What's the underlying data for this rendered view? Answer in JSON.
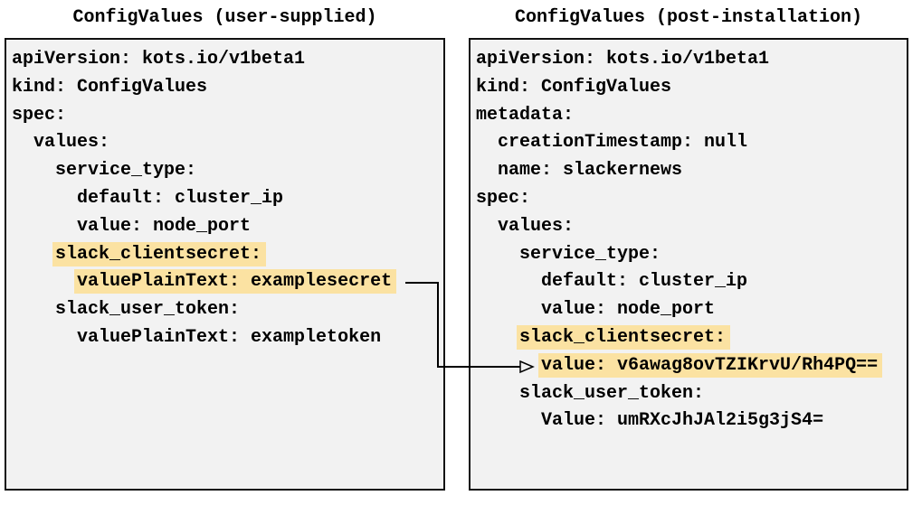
{
  "colors": {
    "page_bg": "#ffffff",
    "panel_bg": "#f2f2f2",
    "panel_border": "#111111",
    "text": "#000000",
    "highlight": "#fbe2a2",
    "arrow": "#000000"
  },
  "left_panel": {
    "title": "ConfigValues (user-supplied)",
    "lines": [
      {
        "pad": "",
        "text": "apiVersion: kots.io/v1beta1",
        "highlight": false
      },
      {
        "pad": "",
        "text": "kind: ConfigValues",
        "highlight": false
      },
      {
        "pad": "",
        "text": "spec:",
        "highlight": false
      },
      {
        "pad": "  ",
        "text": "values:",
        "highlight": false
      },
      {
        "pad": "    ",
        "text": "service_type:",
        "highlight": false
      },
      {
        "pad": "      ",
        "text": "default: cluster_ip",
        "highlight": false
      },
      {
        "pad": "      ",
        "text": "value: node_port",
        "highlight": false
      },
      {
        "pad": "    ",
        "text": "slack_clientsecret:",
        "highlight": true
      },
      {
        "pad": "      ",
        "text": "valuePlainText: examplesecret",
        "highlight": true
      },
      {
        "pad": "    ",
        "text": "slack_user_token:",
        "highlight": false
      },
      {
        "pad": "      ",
        "text": "valuePlainText: exampletoken",
        "highlight": false
      }
    ]
  },
  "right_panel": {
    "title": "ConfigValues (post-installation)",
    "lines": [
      {
        "pad": "",
        "text": "apiVersion: kots.io/v1beta1",
        "highlight": false
      },
      {
        "pad": "",
        "text": "kind: ConfigValues",
        "highlight": false
      },
      {
        "pad": "",
        "text": "metadata:",
        "highlight": false
      },
      {
        "pad": "  ",
        "text": "creationTimestamp: null",
        "highlight": false
      },
      {
        "pad": "  ",
        "text": "name: slackernews",
        "highlight": false
      },
      {
        "pad": "",
        "text": "spec:",
        "highlight": false
      },
      {
        "pad": "  ",
        "text": "values:",
        "highlight": false
      },
      {
        "pad": "    ",
        "text": "service_type:",
        "highlight": false
      },
      {
        "pad": "      ",
        "text": "default: cluster_ip",
        "highlight": false
      },
      {
        "pad": "      ",
        "text": "value: node_port",
        "highlight": false
      },
      {
        "pad": "    ",
        "text": "slack_clientsecret:",
        "highlight": true
      },
      {
        "pad": "      ",
        "text": "value: v6awag8ovTZIKrvU/Rh4PQ==",
        "highlight": true
      },
      {
        "pad": "    ",
        "text": "slack_user_token:",
        "highlight": false
      },
      {
        "pad": "      ",
        "text": "Value: umRXcJhJAl2i5g3jS4=",
        "highlight": false
      }
    ]
  },
  "arrow": {
    "from_line": "valuePlainText: examplesecret",
    "to_line": "value: v6awag8ovTZIKrvU/Rh4PQ=="
  }
}
